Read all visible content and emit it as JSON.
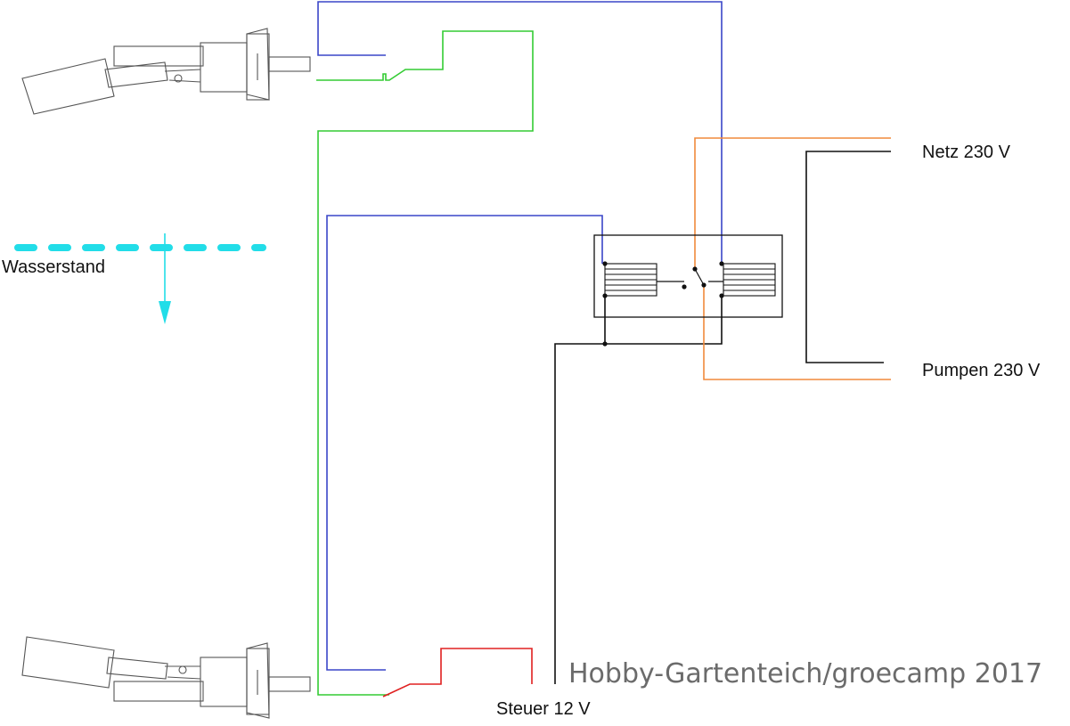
{
  "labels": {
    "netz": "Netz 230 V",
    "pumpen": "Pumpen 230 V",
    "wasserstand": "Wasserstand",
    "steuer": "Steuer 12 V"
  },
  "watermark": "Hobby-Gartenteich/groecamp 2017",
  "colors": {
    "blue_wire": "#3a46c8",
    "green_wire": "#33cc33",
    "orange_wire": "#f08a3c",
    "red_wire": "#e02020",
    "black_wire": "#111111",
    "water_level": "#22dde8",
    "switch_gray": "#555555"
  },
  "icons": {
    "float_switch_top": "float-switch-icon",
    "float_switch_bottom": "float-switch-icon",
    "relay": "relay-icon",
    "water_level_arrow": "arrow-down-icon"
  }
}
